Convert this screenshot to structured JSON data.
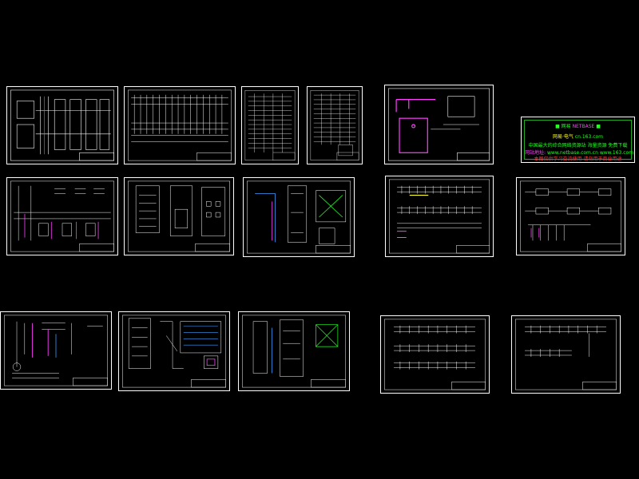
{
  "workspace": {
    "background": "#000000",
    "line_color": "#ffffff",
    "accent_colors": [
      "#ff40ff",
      "#3aa0ff",
      "#20ff20",
      "#ffff30",
      "#ff3030"
    ]
  },
  "sheets": [
    {
      "id": "s01",
      "kind": "schematic"
    },
    {
      "id": "s02",
      "kind": "wiring-table"
    },
    {
      "id": "s03",
      "kind": "grid-table"
    },
    {
      "id": "s04",
      "kind": "grid-table"
    },
    {
      "id": "s05",
      "kind": "detail-magenta"
    },
    {
      "id": "s06",
      "kind": "schematic-magenta"
    },
    {
      "id": "s07",
      "kind": "cabinet-front"
    },
    {
      "id": "s08",
      "kind": "cabinet-section"
    },
    {
      "id": "s09",
      "kind": "terminal-rows"
    },
    {
      "id": "s10",
      "kind": "block-diagram"
    },
    {
      "id": "s11",
      "kind": "schematic-magenta"
    },
    {
      "id": "s12",
      "kind": "panel-layout"
    },
    {
      "id": "s13",
      "kind": "cabinet-section"
    },
    {
      "id": "s14",
      "kind": "terminal-rows"
    },
    {
      "id": "s15",
      "kind": "terminal-rows-short"
    }
  ],
  "stamp": {
    "line1_left": "■ 网易",
    "line1_mid": "NETBASE",
    "line1_right": "■",
    "line2_a": "网易·电气",
    "line2_b": "cn.163.com",
    "line3": "中国最大的综合网络资源站 海量资源 免费下载",
    "line4_a": "网站地址:",
    "line4_b": "www.netbase.com.cn  www.163.com",
    "line5": "本图仅供学习交流使用 请勿用于商业用途"
  }
}
